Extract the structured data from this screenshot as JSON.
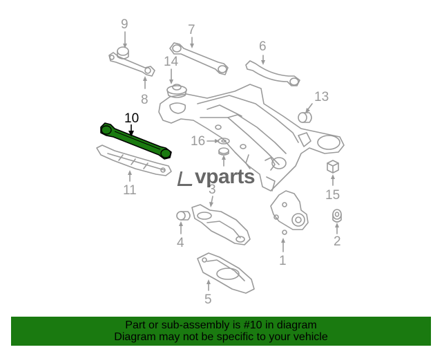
{
  "callouts": {
    "c1": "1",
    "c2": "2",
    "c3": "3",
    "c4": "4",
    "c5": "5",
    "c6": "6",
    "c7": "7",
    "c8": "8",
    "c9": "9",
    "c10": "10",
    "c11": "11",
    "c13": "13",
    "c14": "14",
    "c15": "15",
    "c16": "16"
  },
  "watermark": {
    "text": "vparts"
  },
  "banner": {
    "line1": "Part or sub-assembly is #10 in diagram",
    "line2": "Diagram may not be specific to your vehicle"
  },
  "colors": {
    "line_art": "#9a9a9a",
    "highlight_part": "#1a7a10",
    "banner_bg": "#1a7a10"
  }
}
